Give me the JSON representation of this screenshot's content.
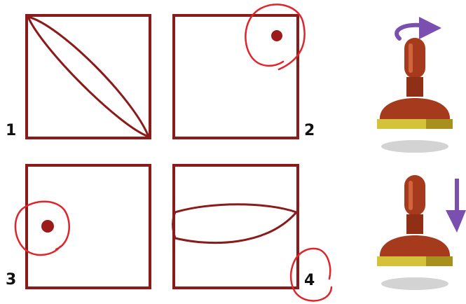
{
  "panels": [
    {
      "number": "1",
      "content": "diagonal-lens"
    },
    {
      "number": "2",
      "content": "dot-top-right",
      "circled": true
    },
    {
      "number": "3",
      "content": "dot-left",
      "circled": true
    },
    {
      "number": "4",
      "content": "horizontal-lens",
      "number_circled": true
    }
  ],
  "stamps": [
    {
      "motion": "rotate",
      "arrow": "curved-arrow"
    },
    {
      "motion": "press-down",
      "arrow": "down-arrow"
    }
  ],
  "colors": {
    "frame": "#8b1a1a",
    "annotation": "#e0242a",
    "dot": "#9b1b1b",
    "stamp_body": "#a63a1c",
    "stamp_base": "#d4c23a",
    "arrow": "#7b4fb0",
    "shadow": "#d3d3d3"
  }
}
